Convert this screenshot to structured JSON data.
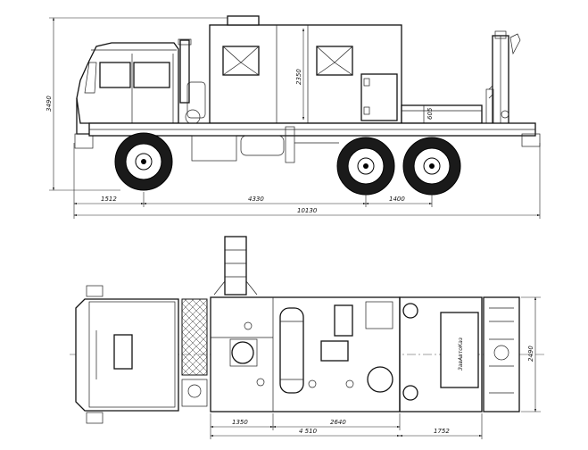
{
  "side_view": {
    "dimensions": {
      "overall_height": "3490",
      "body_height": "2350",
      "small_label": "605",
      "front_overhang": "1512",
      "wheelbase": "4330",
      "rear_axle_spacing": "1400",
      "overall_length": "10130"
    }
  },
  "top_view": {
    "dimensions": {
      "left_section": "1350",
      "middle_section": "2640",
      "body_length": "4 510",
      "rear_section": "1752",
      "overall_width": "2490"
    },
    "labels": {
      "rear_panel": "ЗавАвтоКаз"
    }
  }
}
